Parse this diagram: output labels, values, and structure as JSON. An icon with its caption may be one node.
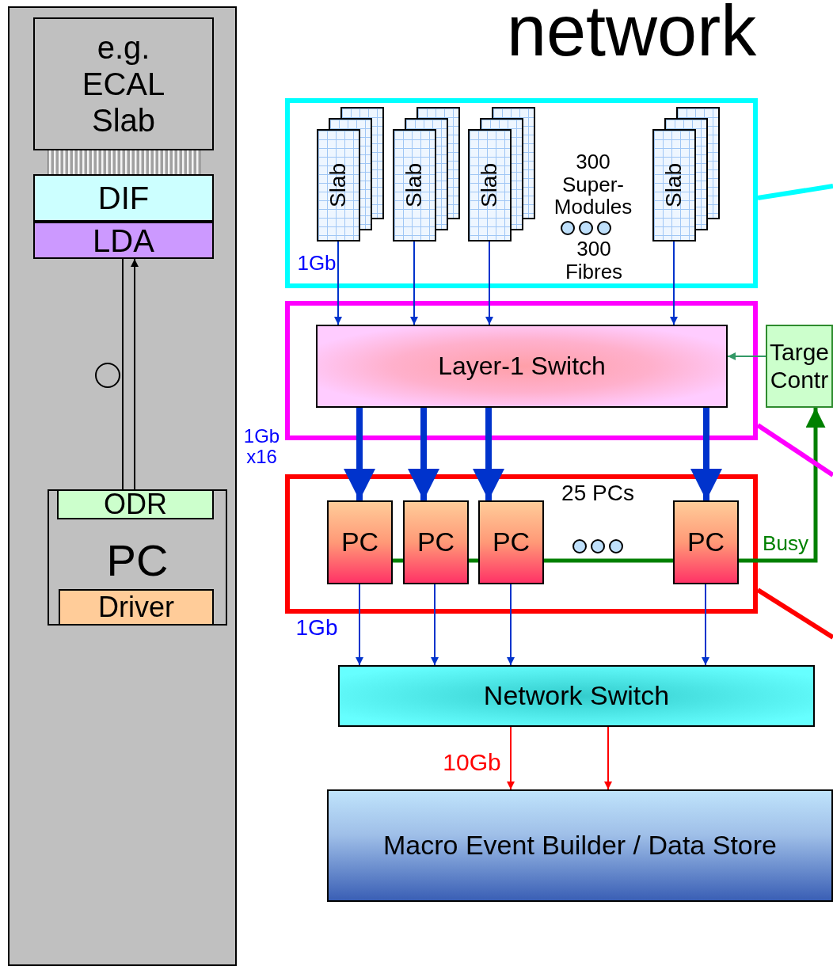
{
  "diagram": {
    "title": "network",
    "nodes": [
      {
        "text": [],
        "shape": "box"
      },
      {
        "text": [
          "e.g. ECAL Slab"
        ],
        "in": 0
      },
      {
        "text": [
          "DIF"
        ],
        "in": 0
      },
      {
        "text": [
          "LDA"
        ],
        "in": 0
      },
      {
        "text": [
          "PC"
        ],
        "in": 0
      },
      {
        "text": [
          "ODR"
        ],
        "in": 4
      },
      {
        "text": [
          "Driver"
        ],
        "in": 4
      },
      {
        "text": [],
        "shape": "box"
      },
      {
        "text": [],
        "shape": "box"
      },
      {
        "text": [],
        "shape": "box"
      },
      {
        "text": [
          "Slab"
        ],
        "in": 7
      },
      {
        "text": [
          "Slab"
        ],
        "in": 7
      },
      {
        "text": [
          "Slab"
        ],
        "in": 7
      },
      {
        "text": [
          "Slab"
        ],
        "in": 7
      },
      {
        "text": [
          "Layer-1 Switch"
        ],
        "in": 8
      },
      {
        "text": [
          "Targe Contr"
        ]
      },
      {
        "text": [
          "PC"
        ],
        "in": 9
      },
      {
        "text": [
          "PC"
        ],
        "in": 9
      },
      {
        "text": [
          "PC"
        ],
        "in": 9
      },
      {
        "text": [
          "PC"
        ],
        "in": 9
      },
      {
        "text": [
          "Network Switch"
        ]
      },
      {
        "text": [
          "Macro Event Builder / Data Store"
        ]
      }
    ],
    "edges": [
      {
        "from": 5,
        "to": 3,
        "arrow": "to",
        "color": "#000000"
      },
      {
        "from": 3,
        "to": 5,
        "arrow": "none",
        "color": "#000000"
      },
      {
        "from": 10,
        "to": 14,
        "arrow": "to"
      },
      {
        "from": 11,
        "to": 14,
        "arrow": "to"
      },
      {
        "from": 12,
        "to": 14,
        "arrow": "to"
      },
      {
        "from": 13,
        "to": 14,
        "arrow": "to"
      },
      {
        "from": 15,
        "to": 14,
        "arrow": "to",
        "color": "#339966"
      },
      {
        "from": 14,
        "to": 16,
        "arrow": "to",
        "style": "thick"
      },
      {
        "from": 14,
        "to": 17,
        "arrow": "to",
        "style": "thick"
      },
      {
        "from": 14,
        "to": 18,
        "arrow": "to",
        "style": "thick"
      },
      {
        "from": 14,
        "to": 19,
        "arrow": "to",
        "style": "thick"
      },
      {
        "from": 16,
        "to": 17,
        "arrow": "none",
        "style": "thick",
        "color": "#008000"
      },
      {
        "from": 17,
        "to": 18,
        "arrow": "none",
        "style": "thick",
        "color": "#008000"
      },
      {
        "from": 18,
        "to": 19,
        "arrow": "none",
        "style": "thick",
        "color": "#008000"
      },
      {
        "from": 19,
        "to": 15,
        "arrow": "to",
        "style": "thick",
        "color": "#008000"
      },
      {
        "from": 16,
        "to": 20,
        "arrow": "to"
      },
      {
        "from": 17,
        "to": 20,
        "arrow": "to"
      },
      {
        "from": 18,
        "to": 20,
        "arrow": "to"
      },
      {
        "from": 19,
        "to": 20,
        "arrow": "to"
      },
      {
        "from": 20,
        "to": 21,
        "arrow": "to",
        "color": "#ff0000"
      },
      {
        "from": 20,
        "to": 21,
        "arrow": "to",
        "color": "#ff0000"
      },
      {
        "from": 7,
        "to": null,
        "arrow": "none",
        "style": "thick",
        "color": "#00ffff"
      },
      {
        "from": 8,
        "to": null,
        "arrow": "none",
        "style": "thick",
        "color": "#ff00ff"
      },
      {
        "from": 9,
        "to": null,
        "arrow": "none",
        "style": "thick",
        "color": "#ff0000"
      },
      {
        "from": 1,
        "to": 2,
        "arrow": "none",
        "style": "thick",
        "color": "#a0a0a0"
      }
    ],
    "labels": [
      "1Gb",
      "300 Super-Modules",
      "300 Fibres",
      "1Gb x16",
      "25 PCs",
      "Busy",
      "1Gb",
      "10Gb"
    ]
  }
}
